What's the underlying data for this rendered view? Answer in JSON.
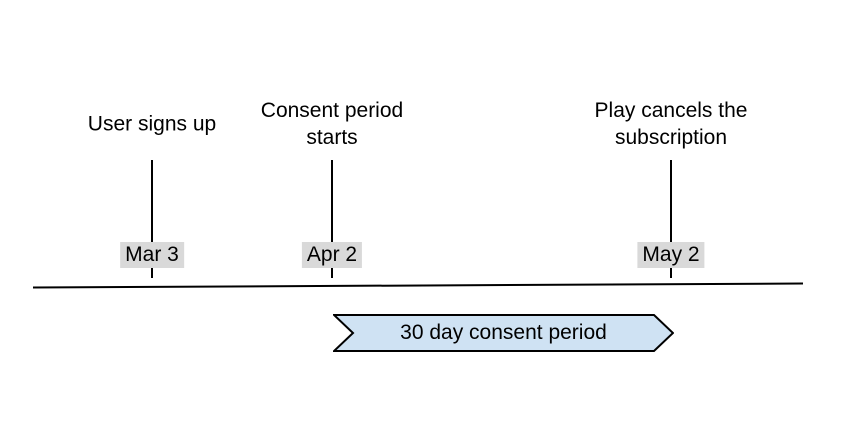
{
  "events": [
    {
      "label": "User signs up",
      "date": "Mar 3"
    },
    {
      "label": "Consent period\nstarts",
      "date": "Apr 2"
    },
    {
      "label": "Play cancels the\nsubscription",
      "date": "May 2"
    }
  ],
  "banner": {
    "label": "30 day consent period",
    "fill": "#cfe2f3",
    "border_color": "#000000"
  },
  "colors": {
    "background": "#ffffff",
    "line": "#000000",
    "date_badge_bg": "#d9d9d9",
    "text": "#000000"
  }
}
